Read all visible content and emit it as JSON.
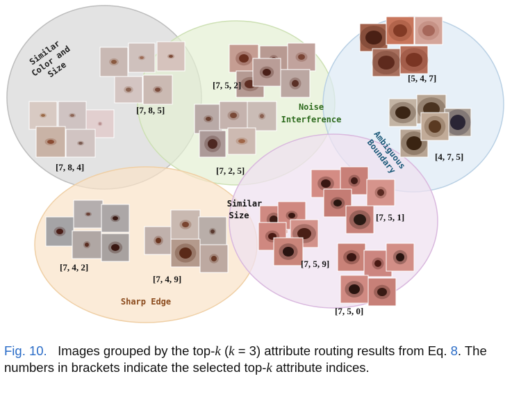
{
  "figure": {
    "group_labels": {
      "similar_color_size": [
        "Similar",
        "Color and",
        "Size"
      ],
      "noise_interference": [
        "Noise",
        "Interference"
      ],
      "ambiguous_boundary": [
        "Ambiguous",
        "Boundary"
      ],
      "similar_size": [
        "Similar",
        "Size"
      ],
      "sharp_edge": "Sharp Edge"
    },
    "clusters": [
      {
        "label": "[7, 8, 5]"
      },
      {
        "label": "[7, 8, 4]"
      },
      {
        "label": "[7, 5, 2]"
      },
      {
        "label": "[7, 2, 5]"
      },
      {
        "label": "[5, 4, 7]"
      },
      {
        "label": "[4, 7, 5]"
      },
      {
        "label": "[7, 5, 1]"
      },
      {
        "label": "[7, 5, 9]"
      },
      {
        "label": "[7, 5, 0]"
      },
      {
        "label": "[7, 4, 2]"
      },
      {
        "label": "[7, 4, 9]"
      }
    ],
    "colors": {
      "similar_color_size_fill": "#d9d9d9",
      "noise_fill": "#e4efd3",
      "noise_text": "#2e6b1e",
      "ambiguous_fill": "#ddeaf5",
      "ambiguous_text": "#1d5a7a",
      "similar_size_fill": "#efe2f0",
      "sharp_edge_fill": "#f9e3c8",
      "sharp_edge_text": "#8a4a1c"
    }
  },
  "caption": {
    "fig_number": "Fig. 10.",
    "text_1": "Images grouped by the top-",
    "k1": "k",
    "text_2": " (",
    "k2": "k",
    "text_3": " = 3) attribute routing results from Eq. ",
    "eq_ref": "8",
    "text_4": ". The numbers in brackets indicate the selected top-",
    "k3": "k",
    "text_5": " attribute indices."
  }
}
